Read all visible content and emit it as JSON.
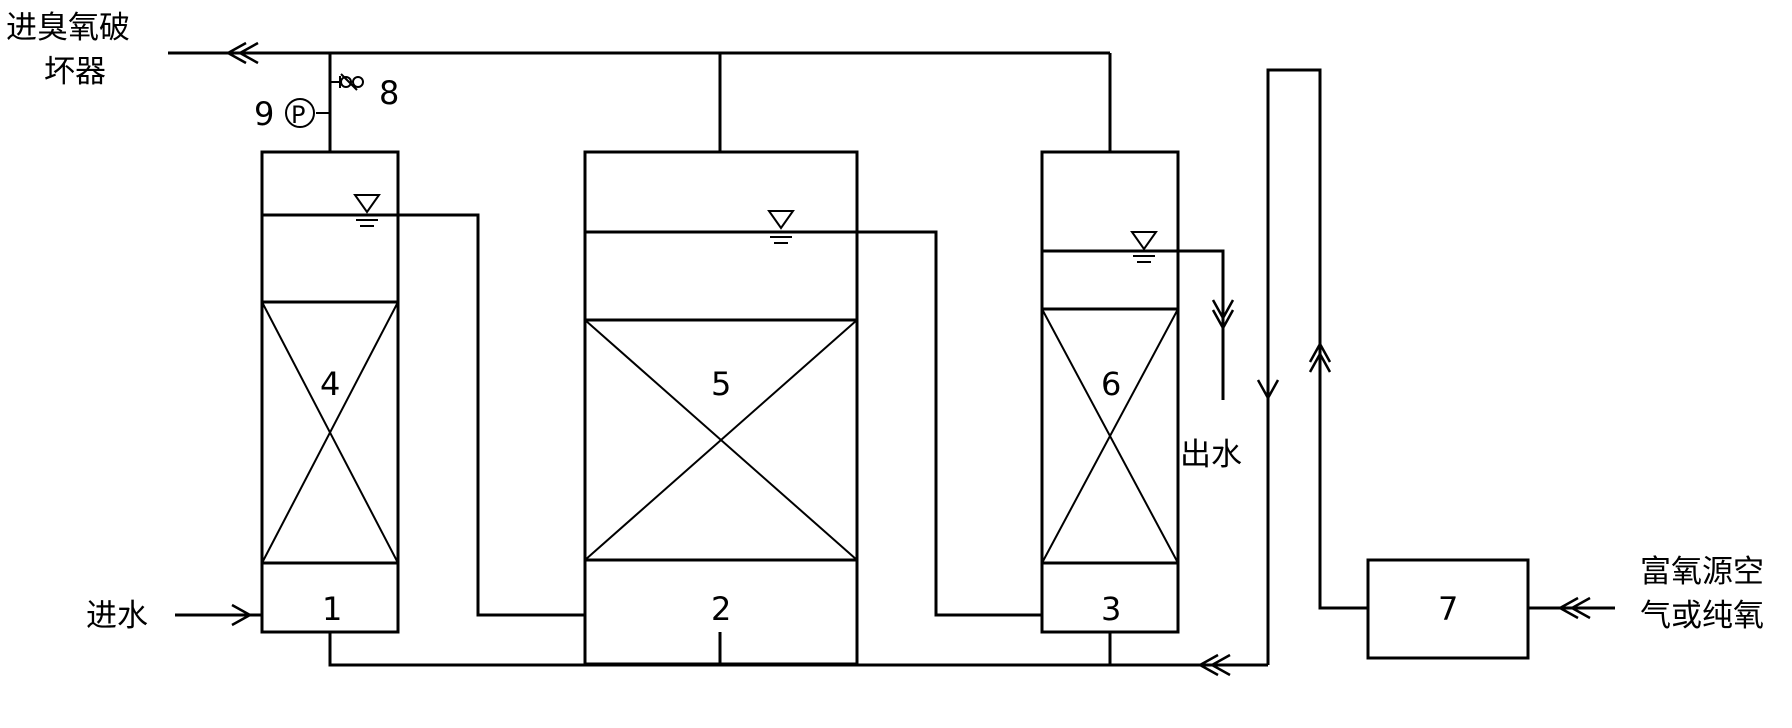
{
  "labels": {
    "ozone_out_line1": "进臭氧破",
    "ozone_out_line2": "坏器",
    "water_in": "进水",
    "water_out": "出水",
    "oxygen_src_line1": "富氧源空",
    "oxygen_src_line2": "气或纯氧"
  },
  "numbers": {
    "tank1": "1",
    "tank2": "2",
    "tank3": "3",
    "bed4": "4",
    "bed5": "5",
    "bed6": "6",
    "generator7": "7",
    "valve8": "8",
    "gauge9": "9",
    "gauge_letter": "P"
  }
}
